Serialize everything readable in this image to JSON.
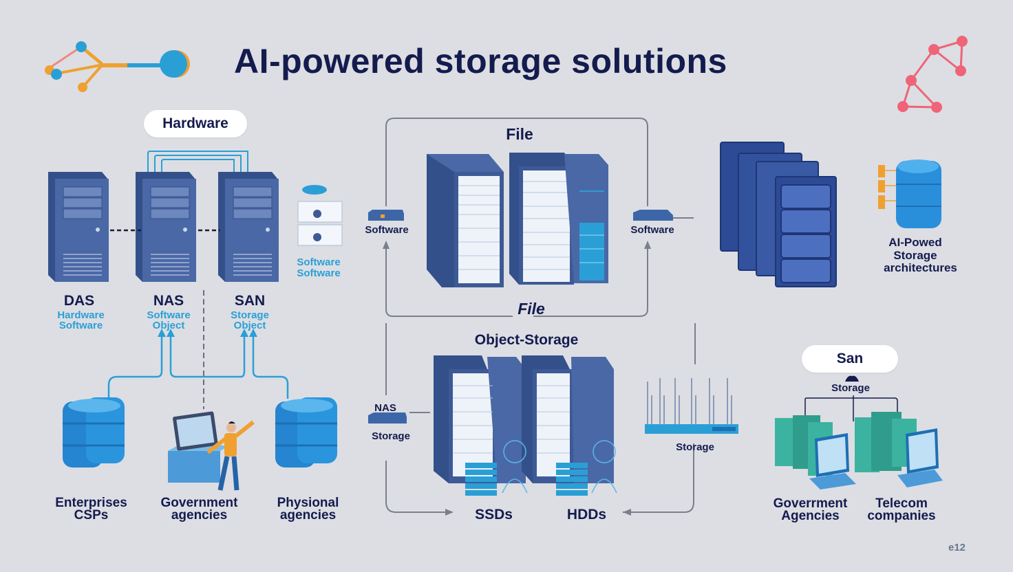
{
  "title": "AI-powered storage solutions",
  "colors": {
    "background": "#dcdee3",
    "title": "#141b4d",
    "server_navy": "#3d5a96",
    "accent_blue": "#2a9fd6",
    "accent_orange": "#f0a030",
    "accent_pink": "#ef6478",
    "teal": "#3bb3a0"
  },
  "hardware_section": {
    "badge": "Hardware",
    "towers": [
      {
        "name": "DAS",
        "sub1": "Hardware",
        "sub2": "Software"
      },
      {
        "name": "NAS",
        "sub1": "Software",
        "sub2": "Object"
      },
      {
        "name": "SAN",
        "sub1": "Storage",
        "sub2": "Object"
      }
    ],
    "software_box_labels": [
      "Software",
      "Software"
    ],
    "clients": [
      {
        "line1": "Enterprises",
        "line2": "CSPs"
      },
      {
        "line1": "Government",
        "line2": "agencies"
      },
      {
        "line1": "Physional",
        "line2": "agencies"
      }
    ]
  },
  "file_section": {
    "top_label": "File",
    "bottom_label": "File",
    "left_node": "Software",
    "right_node": "Software"
  },
  "object_section": {
    "title": "Object-Storage",
    "left_node_top": "NAS",
    "left_node_bottom": "Storage",
    "right_node": "Storage",
    "media": [
      "SSDs",
      "HDDs"
    ]
  },
  "architecture": {
    "line1": "AI-Powed",
    "line2": "Storage",
    "line3": "architectures"
  },
  "san_section": {
    "badge": "San",
    "hub": "Storage",
    "clients": [
      {
        "line1": "Goverrment",
        "line2": "Agencies"
      },
      {
        "line1": "Telecom",
        "line2": "companies"
      }
    ]
  },
  "footer_mark": "e12"
}
